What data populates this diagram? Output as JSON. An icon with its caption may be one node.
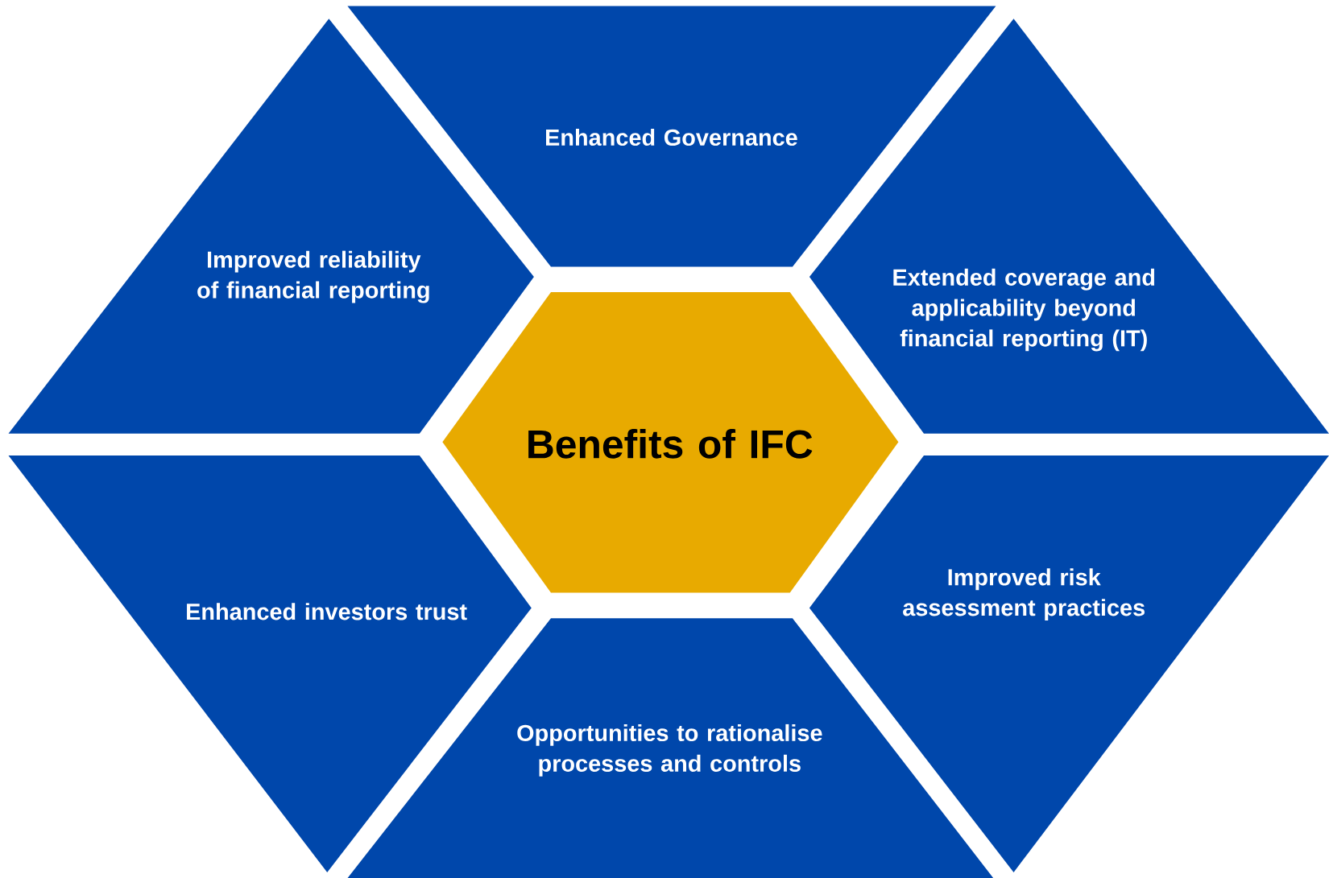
{
  "diagram": {
    "nodes": [
      {
        "text": [
          "Enhanced Governance"
        ]
      },
      {
        "text": [
          "Improved reliability of financial reporting"
        ]
      },
      {
        "text": [
          "Extended coverage and applicability beyond financial reporting (IT)"
        ]
      },
      {
        "text": [
          "Benefits of IFC"
        ]
      },
      {
        "text": [
          "Enhanced investors trust"
        ]
      },
      {
        "text": [
          "Improved risk assessment practices"
        ]
      },
      {
        "text": [
          "Opportunities to rationalise processes and controls"
        ]
      }
    ]
  }
}
